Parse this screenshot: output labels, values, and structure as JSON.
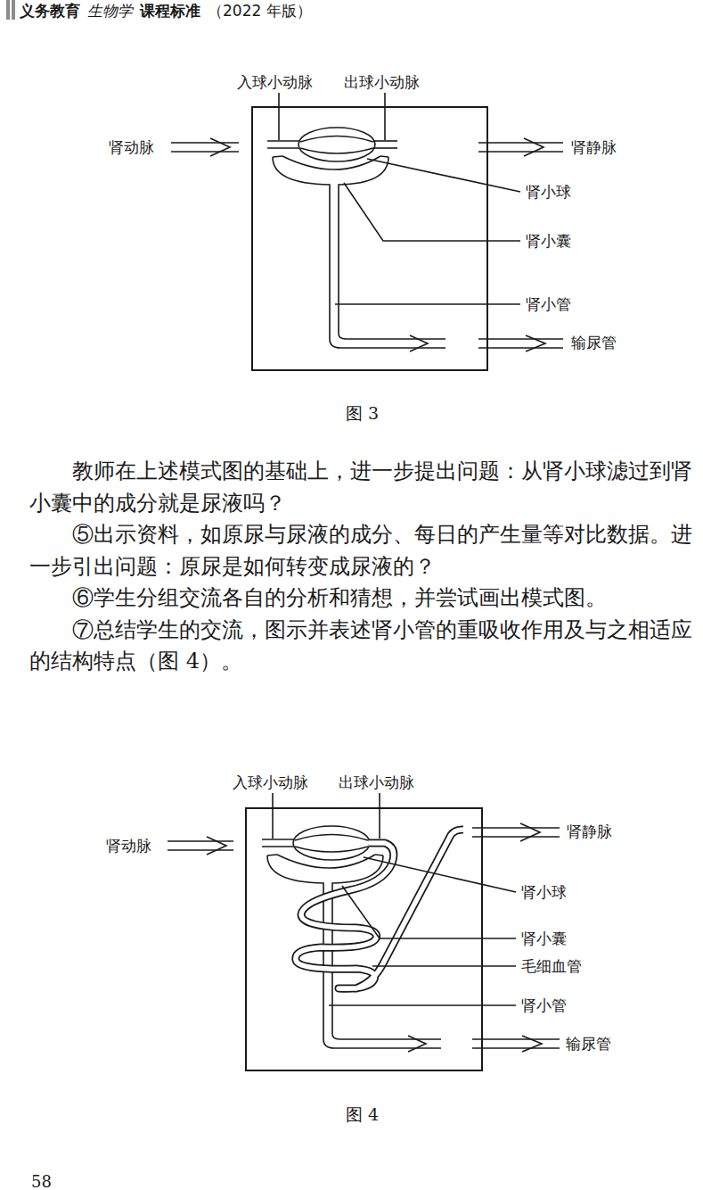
{
  "diagram": {
    "labels": [
      "义务教育",
      "生物学",
      "课程标准",
      "（2022 年版）",
      "入球小动脉",
      "出球小动脉",
      "肾动脉",
      "肾静脉",
      "肾小球",
      "肾小囊",
      "肾小管",
      "输尿管",
      "图 3",
      "教师在上述模式图的基础上，进一步提出问题：从肾小球滤过到肾小囊中的成分就是尿液吗？",
      "⑤出示资料，如原尿与尿液的成分、每日的产生量等对比数据。进一步引出问题：原尿是如何转变成尿液的？",
      "⑥学生分组交流各自的分析和猜想，并尝试画出模式图。",
      "⑦总结学生的交流，图示并表述肾小管的重吸收作用及与之相适应的结构特点（图 4）。",
      "入球小动脉",
      "出球小动脉",
      "肾动脉",
      "肾静脉",
      "肾小球",
      "肾小囊",
      "毛细血管",
      "肾小管",
      "输尿管",
      "图 4",
      "58"
    ]
  }
}
